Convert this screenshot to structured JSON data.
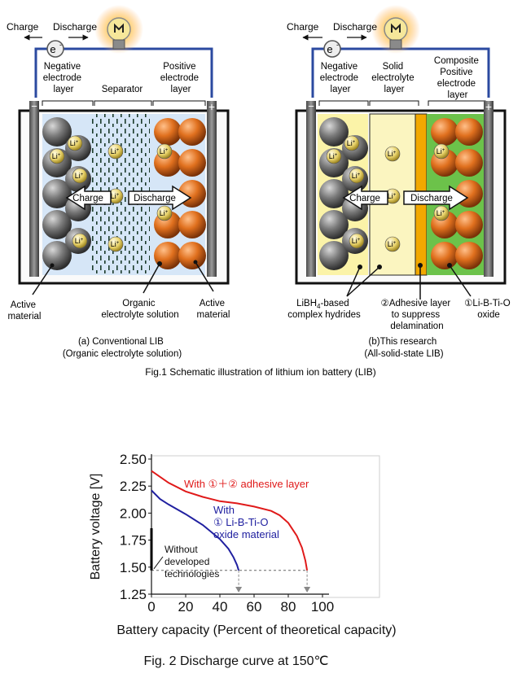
{
  "colors": {
    "wire": "#2b4aa0",
    "red_curve": "#e01a1a",
    "blue_curve": "#2020a0",
    "separator_fill": "#d6e6f7",
    "solid_electrolyte_fill": "#fbf5c0",
    "adhesive_fill": "#f2a800",
    "composite_fill": "#6cc24a",
    "orange_ball": "#e0701e",
    "gray_ball": "#707070",
    "li_ball": "#e8d26a"
  },
  "fig1": {
    "left": {
      "charge": "Charge",
      "discharge": "Discharge",
      "electron": "e",
      "electron_sup": "-",
      "neg_layer": [
        "Negative",
        "electrode",
        "layer"
      ],
      "separator": "Separator",
      "pos_layer": [
        "Positive",
        "electrode",
        "layer"
      ],
      "minus": "−",
      "plus": "+",
      "arrow_charge": "Charge",
      "arrow_discharge": "Discharge",
      "active_left": [
        "Active",
        "material"
      ],
      "organic": [
        "Organic",
        "electrolyte solution"
      ],
      "active_right": [
        "Active",
        "material"
      ],
      "caption1": "(a)   Conventional LIB",
      "caption2": "(Organic electrolyte solution)"
    },
    "right": {
      "charge": "Charge",
      "discharge": "Discharge",
      "electron": "e",
      "electron_sup": "-",
      "neg_layer": [
        "Negative",
        "electrode",
        "layer"
      ],
      "solid": [
        "Solid",
        "electrolyte",
        "layer"
      ],
      "composite": [
        "Composite",
        "Positive",
        "electrode",
        "layer"
      ],
      "minus": "−",
      "plus": "+",
      "arrow_charge": "Charge",
      "arrow_discharge": "Discharge",
      "libh4_pre": "LiBH",
      "libh4_sub": "4",
      "libh4_post": "-based",
      "libh4_line2": "complex hydrides",
      "adhesive": [
        "②Adhesive layer",
        "to suppress",
        "delamination"
      ],
      "libtio": [
        "①Li-B-Ti-O",
        "oxide"
      ],
      "caption1": "(b)This research",
      "caption2": "(All-solid-state LIB)"
    },
    "li_label": "Li",
    "li_sup": "+",
    "title": "Fig.1 Schematic illustration of lithium ion battery (LIB)"
  },
  "chart_data": {
    "type": "line",
    "xlabel": "Battery capacity (Percent of theoretical capacity)",
    "ylabel": "Battery voltage [V]",
    "xlim": [
      0,
      100
    ],
    "ylim": [
      1.25,
      2.5
    ],
    "xticks": [
      "0",
      "20",
      "40",
      "60",
      "80",
      "100"
    ],
    "yticks": [
      "2.50",
      "2.25",
      "2.00",
      "1.75",
      "1.50",
      "1.25"
    ],
    "grid": false,
    "series": [
      {
        "name": "With ①＋② adhesive layer",
        "color": "#e01a1a",
        "x": [
          0,
          10,
          20,
          30,
          40,
          50,
          60,
          70,
          75,
          80,
          85,
          88,
          90,
          91
        ],
        "y": [
          2.39,
          2.28,
          2.2,
          2.15,
          2.11,
          2.09,
          2.06,
          2.02,
          1.98,
          1.91,
          1.79,
          1.68,
          1.56,
          1.47
        ]
      },
      {
        "name": "With ① Li-B-Ti-O oxide material",
        "color": "#2020a0",
        "x": [
          0,
          5,
          10,
          20,
          30,
          40,
          45,
          48,
          50,
          51
        ],
        "y": [
          2.21,
          2.13,
          2.08,
          1.99,
          1.89,
          1.76,
          1.67,
          1.59,
          1.52,
          1.47
        ]
      },
      {
        "name": "Without developed technologies",
        "color": "#000000",
        "x": [
          0,
          0
        ],
        "y": [
          1.86,
          1.47
        ]
      }
    ],
    "legend_red_label": "With ①＋② adhesive layer",
    "legend_blue": [
      "With",
      "① Li-B-Ti-O",
      "oxide material"
    ],
    "legend_black": [
      "Without",
      "developed",
      "technologies"
    ],
    "end_markers_x": [
      51,
      91
    ],
    "cutoff_voltage": 1.47,
    "caption": "Fig. 2  Discharge curve at 150℃"
  }
}
